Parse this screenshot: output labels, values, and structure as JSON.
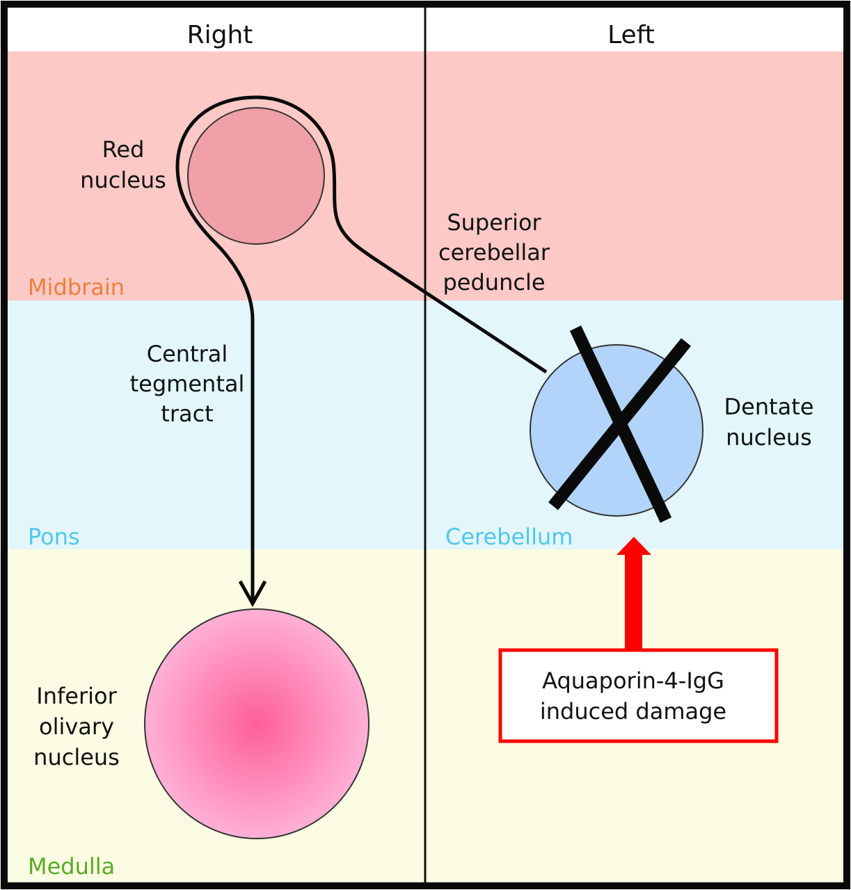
{
  "columns": {
    "right": "Right",
    "left": "Left"
  },
  "regions": {
    "midbrain": {
      "label": "Midbrain",
      "color": "#f07f3a",
      "bg": "#fdc9c7"
    },
    "pons": {
      "label": "Pons",
      "color": "#4fc7ec",
      "bg": "#e3f6fc"
    },
    "cerebellum": {
      "label": "Cerebellum",
      "color": "#4fc7ec"
    },
    "medulla": {
      "label": "Medulla",
      "color": "#5aaa22",
      "bg": "#fbfce3"
    }
  },
  "structures": {
    "red_nucleus": {
      "lines": [
        "Red",
        "nucleus"
      ],
      "fill": "#f0a0a6"
    },
    "superior_cerebellar_peduncle": {
      "lines": [
        "Superior",
        "cerebellar",
        "peduncle"
      ]
    },
    "central_tegmental_tract": {
      "lines": [
        "Central",
        "tegmental",
        "tract"
      ]
    },
    "dentate_nucleus": {
      "lines": [
        "Dentate",
        "nucleus"
      ],
      "fill": "#b3d4fa",
      "damaged": true
    },
    "inferior_olivary_nucleus": {
      "lines": [
        "Inferior",
        "olivary",
        "nucleus"
      ],
      "fill_center": "#ff5f98",
      "fill_edge": "#ffb0d6"
    }
  },
  "damage_box": {
    "lines": [
      "Aquaporin-4-IgG",
      "induced damage"
    ],
    "color": "#ff0000"
  }
}
